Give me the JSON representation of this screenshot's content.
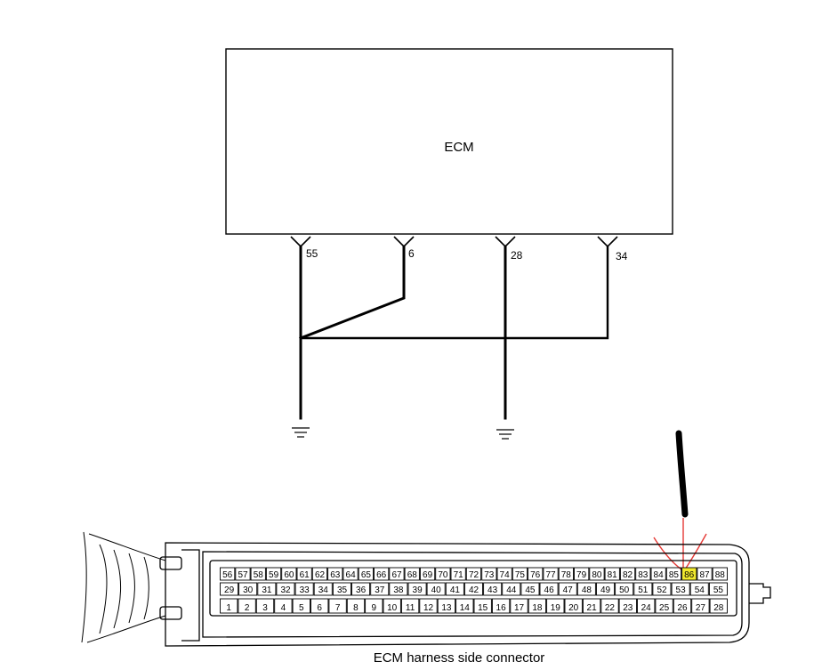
{
  "ecm": {
    "label": "ECM"
  },
  "pins": [
    {
      "label": "55"
    },
    {
      "label": "6"
    },
    {
      "label": "28"
    },
    {
      "label": "34"
    }
  ],
  "connector": {
    "caption": "ECM harness side connector",
    "highlight_label": "86",
    "highlight_color": "#f2ea2e",
    "rows": [
      [
        "56",
        "57",
        "58",
        "59",
        "60",
        "61",
        "62",
        "63",
        "64",
        "65",
        "66",
        "67",
        "68",
        "69",
        "70",
        "71",
        "72",
        "73",
        "74",
        "75",
        "76",
        "77",
        "78",
        "79",
        "80",
        "81",
        "82",
        "83",
        "84",
        "85",
        "86",
        "87",
        "88"
      ],
      [
        "29",
        "30",
        "31",
        "32",
        "33",
        "34",
        "35",
        "36",
        "37",
        "38",
        "39",
        "40",
        "41",
        "42",
        "43",
        "44",
        "45",
        "46",
        "47",
        "48",
        "49",
        "50",
        "51",
        "52",
        "53",
        "54",
        "55"
      ],
      [
        "1",
        "2",
        "3",
        "4",
        "5",
        "6",
        "7",
        "8",
        "9",
        "10",
        "11",
        "12",
        "13",
        "14",
        "15",
        "16",
        "17",
        "18",
        "19",
        "20",
        "21",
        "22",
        "23",
        "24",
        "25",
        "26",
        "27",
        "28"
      ]
    ]
  },
  "colors": {
    "line": "#000000",
    "annotation_red": "#e53935"
  }
}
